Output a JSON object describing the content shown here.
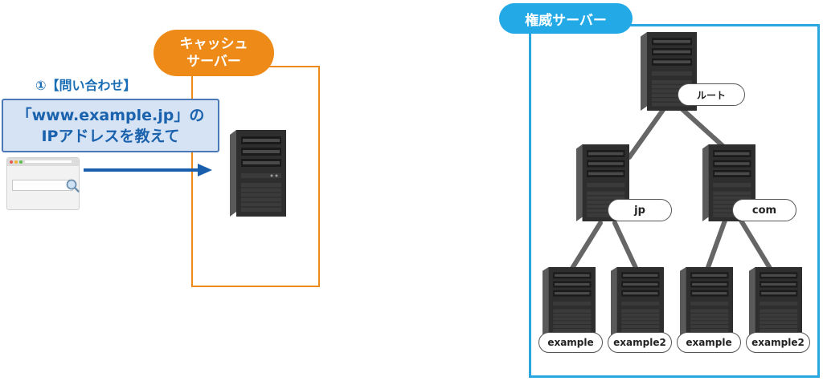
{
  "cache_server": {
    "label": "キャッシュ\nサーバー",
    "color": "#ee8a17"
  },
  "authoritative_server": {
    "label": "権威サーバー",
    "color": "#22a9e6"
  },
  "query": {
    "title": "①【問い合わせ】",
    "text": "「www.example.jp」の\nIPアドレスを教えて"
  },
  "tree": {
    "root": "ルート",
    "tld": [
      "jp",
      "com"
    ],
    "leaves": [
      "example",
      "example2",
      "example",
      "example2"
    ]
  },
  "icons": {
    "browser": "browser-window-icon",
    "search": "magnifier-icon",
    "server": "server-tower-icon",
    "arrow": "arrow-right-icon"
  }
}
